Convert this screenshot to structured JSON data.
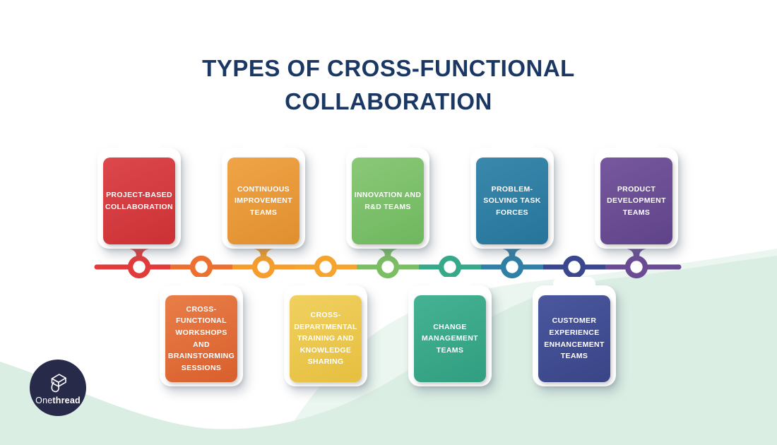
{
  "title": {
    "line1": "TYPES OF CROSS-FUNCTIONAL",
    "line2": "COLLABORATION"
  },
  "palette": {
    "title_color": "#1B3764",
    "background": "#FFFFFF",
    "wave_light": "#EAF6EF",
    "wave_main": "#DBEEE4",
    "logo_circle": "#282A4A",
    "card_text_color": "#FFFFFF"
  },
  "timeline": {
    "items": [
      {
        "label": "PROJECT-BASED COLLABORATION",
        "side": "top",
        "node_color": "#E23B3B",
        "card_from": "#DC484C",
        "card_to": "#CB3135"
      },
      {
        "label": "CROSS-FUNCTIONAL WORKSHOPS AND BRAINSTORMING SESSIONS",
        "side": "bottom",
        "node_color": "#EC7030",
        "card_from": "#E97E48",
        "card_to": "#D95F2D"
      },
      {
        "label": "CONTINUOUS IMPROVEMENT TEAMS",
        "side": "top",
        "node_color": "#F59E2E",
        "card_from": "#F0A446",
        "card_to": "#E08F2F"
      },
      {
        "label": "CROSS-DEPARTMENTAL TRAINING AND KNOWLEDGE SHARING",
        "side": "bottom",
        "node_color": "#F5A42D",
        "card_from": "#F0D060",
        "card_to": "#E6BF3F"
      },
      {
        "label": "INNOVATION AND R&D TEAMS",
        "side": "top",
        "node_color": "#7CBE62",
        "card_from": "#8AC878",
        "card_to": "#6FB75E"
      },
      {
        "label": "CHANGE MANAGEMENT TEAMS",
        "side": "bottom",
        "node_color": "#36A98A",
        "card_from": "#46B294",
        "card_to": "#309E80"
      },
      {
        "label": "PROBLEM-SOLVING TASK FORCES",
        "side": "top",
        "node_color": "#2F7FA6",
        "card_from": "#3A89AC",
        "card_to": "#27749B"
      },
      {
        "label": "CUSTOMER EXPERIENCE ENHANCEMENT TEAMS",
        "side": "bottom",
        "node_color": "#3A478F",
        "card_from": "#4A579E",
        "card_to": "#3A4587"
      },
      {
        "label": "PRODUCT DEVELOPMENT TEAMS",
        "side": "top",
        "node_color": "#6B4B94",
        "card_from": "#77589E",
        "card_to": "#5F4388"
      }
    ]
  },
  "brand": {
    "regular": "One",
    "bold": "thread"
  }
}
